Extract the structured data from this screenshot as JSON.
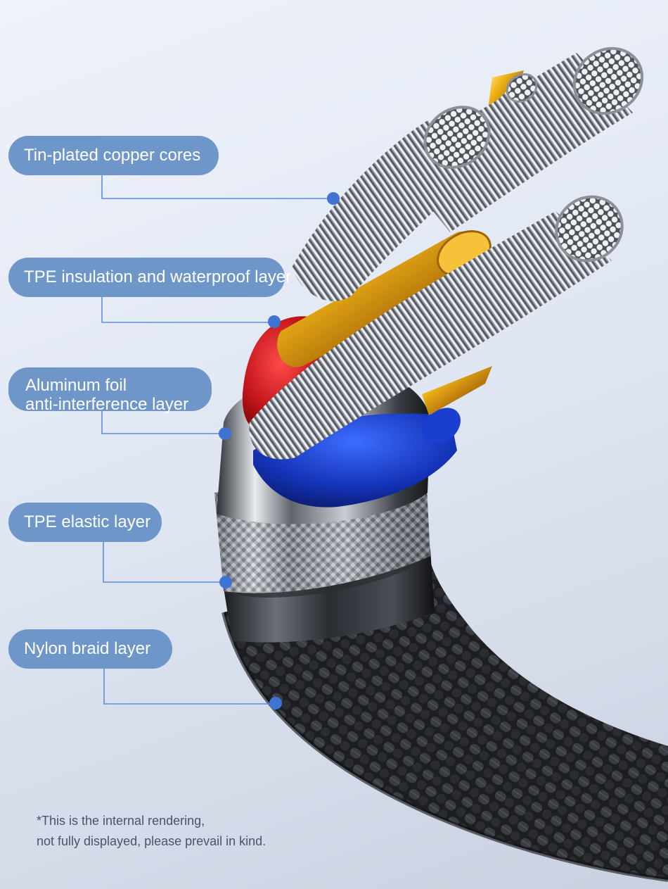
{
  "labels": {
    "cores": "Tin-plated copper cores",
    "tpe_insulation": "TPE insulation and waterproof layer",
    "aluminum_line1": "Aluminum foil",
    "aluminum_line2": "anti-interference layer",
    "tpe_elastic": "TPE elastic layer",
    "nylon": "Nylon braid layer"
  },
  "footnote": {
    "line1": "*This is the internal rendering,",
    "line2": "not fully displayed, please prevail in kind."
  },
  "colors": {
    "label_bg": "#6e96c9",
    "leader_line": "#5b8fd6",
    "dot": "#3f74d4"
  }
}
